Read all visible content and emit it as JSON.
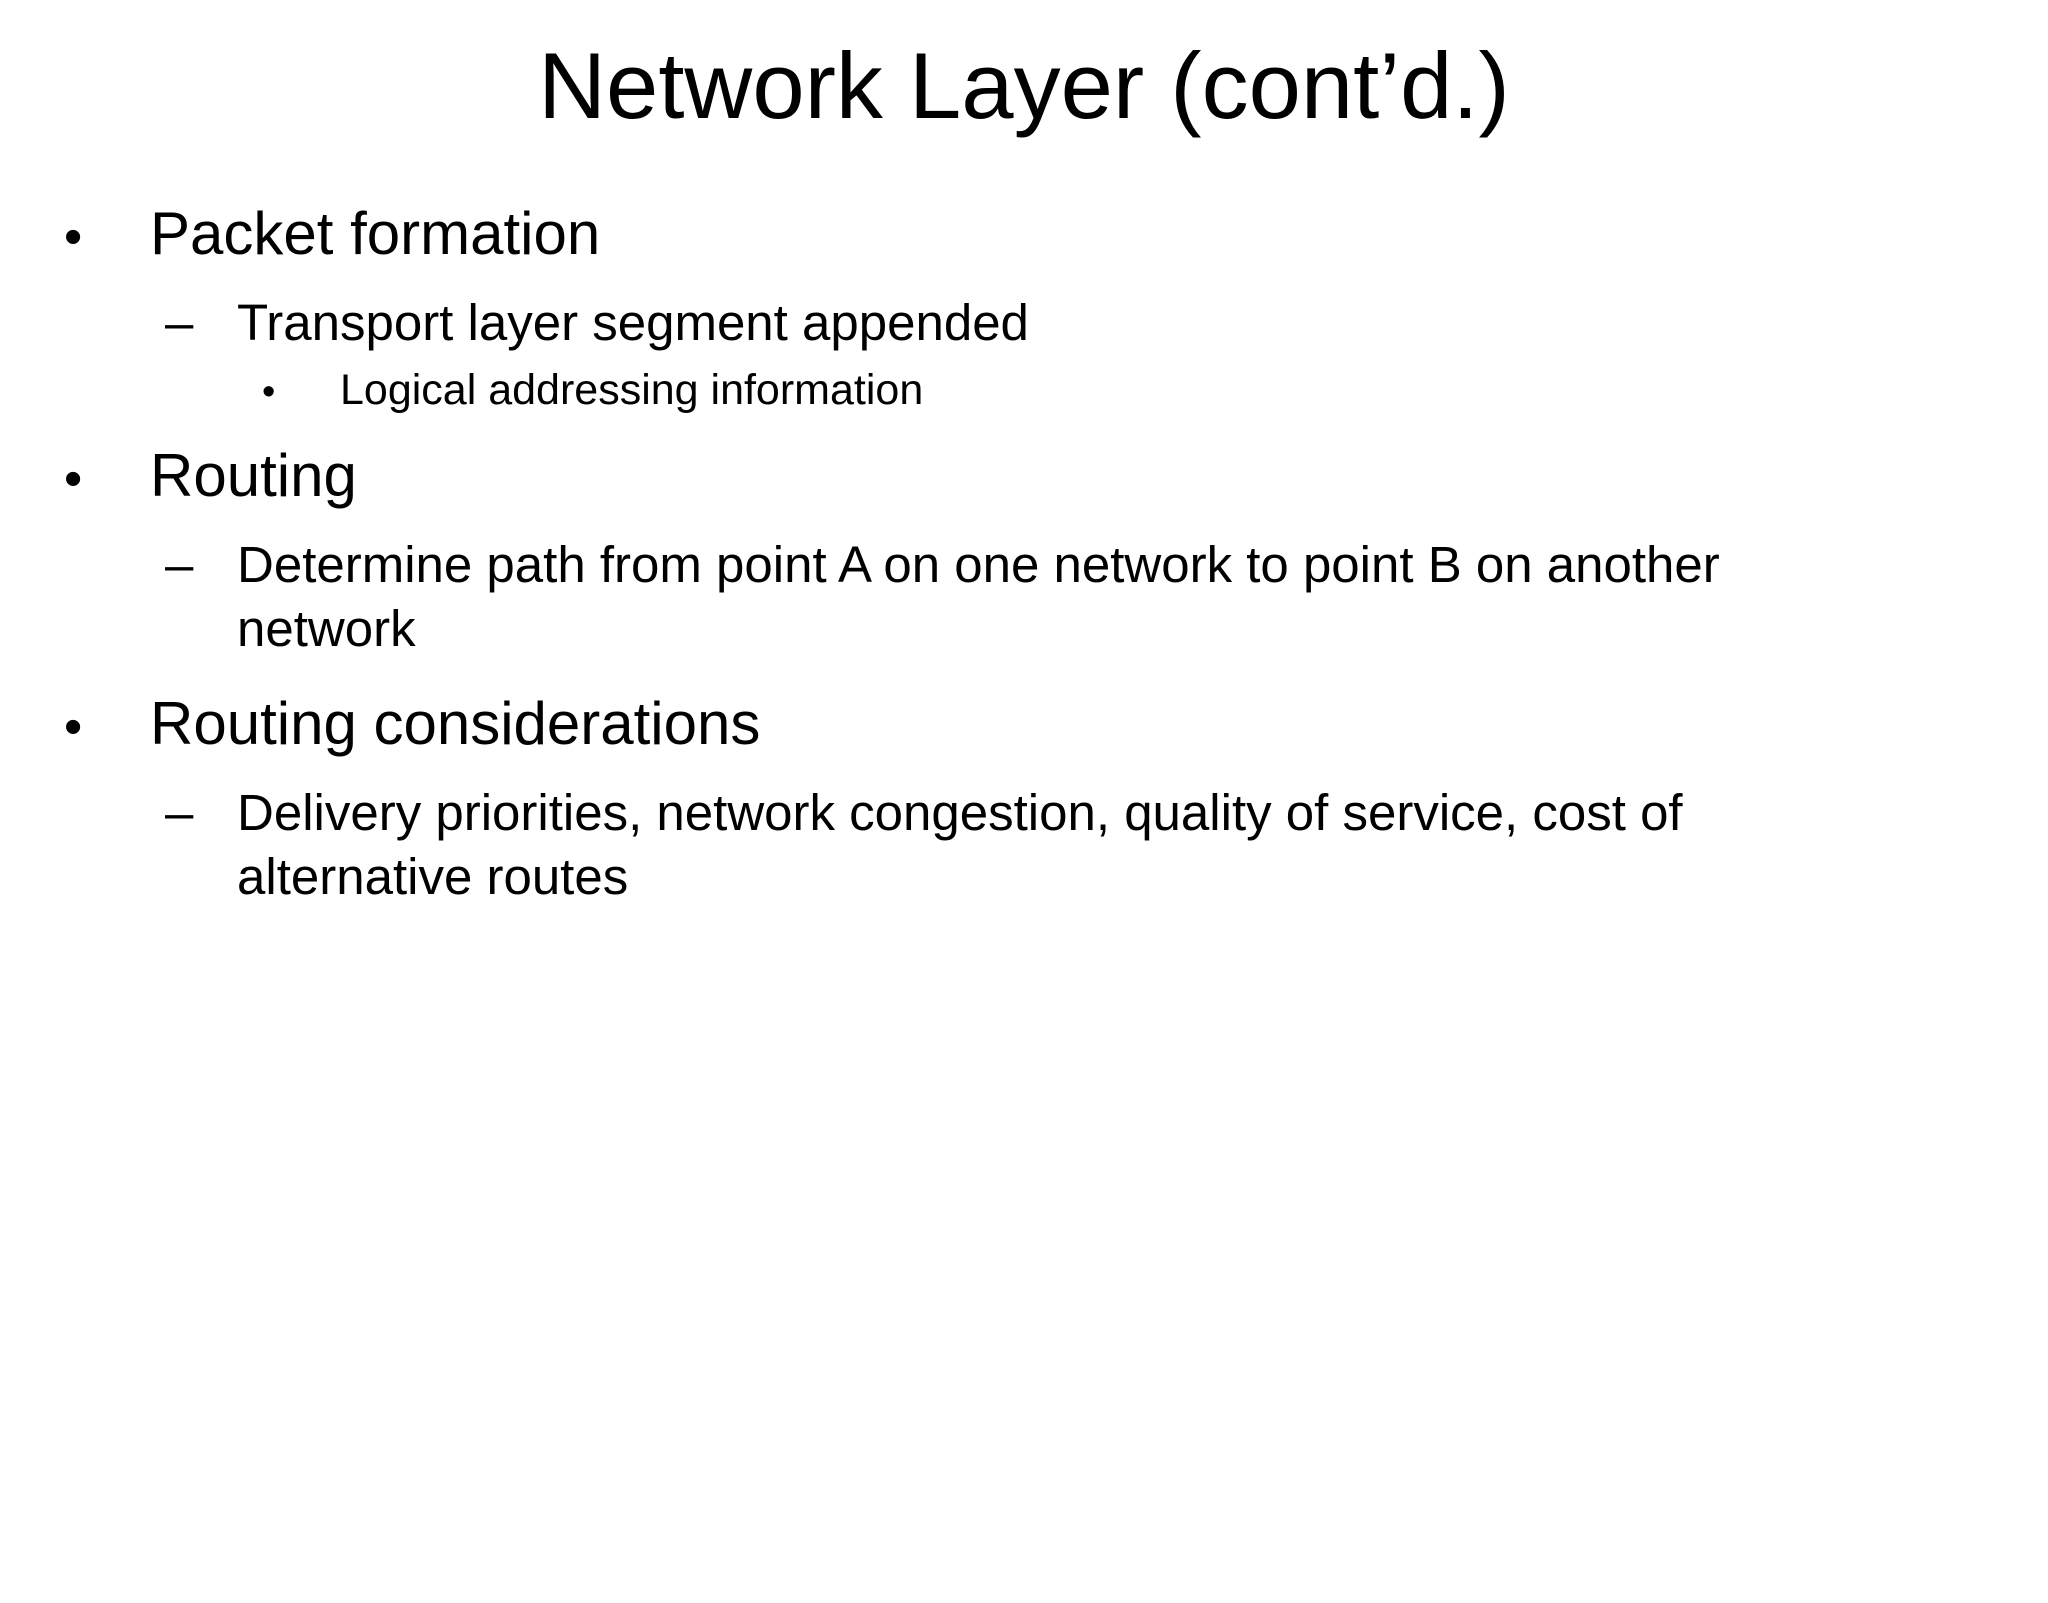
{
  "slide": {
    "title": "Network Layer (cont’d.)",
    "markers": {
      "level1": "•",
      "level2": "–",
      "level3": "•"
    },
    "bullets": [
      {
        "level": 1,
        "text": "Packet formation"
      },
      {
        "level": 2,
        "text": "Transport layer segment appended"
      },
      {
        "level": 3,
        "text": "Logical addressing information"
      },
      {
        "level": 1,
        "text": "Routing"
      },
      {
        "level": 2,
        "text": "Determine path from point A on one network to point B on another network"
      },
      {
        "level": 1,
        "text": "Routing considerations"
      },
      {
        "level": 2,
        "text": "Delivery priorities, network congestion, quality of service, cost of alternative routes"
      }
    ],
    "colors": {
      "background": "#ffffff",
      "text": "#000000"
    }
  }
}
